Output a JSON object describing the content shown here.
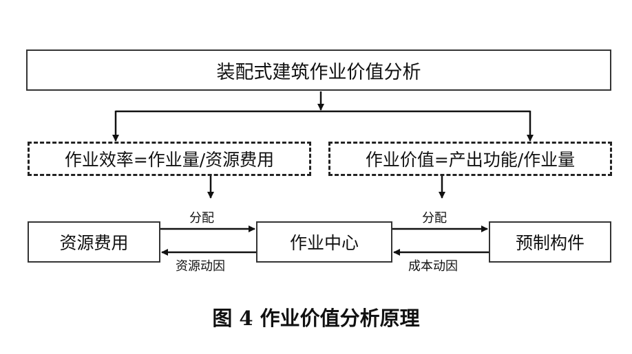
{
  "diagram": {
    "top": "装配式建筑作业价值分析",
    "formula_left": "作业效率=作业量/资源费用",
    "formula_right": "作业价值=产出功能/作业量",
    "node_resource": "资源费用",
    "node_center": "作业中心",
    "node_component": "预制构件",
    "label_allocate_1": "分配",
    "label_allocate_2": "分配",
    "label_driver_resource": "资源动因",
    "label_driver_cost": "成本动因",
    "caption": "图 4  作业价值分析原理"
  }
}
